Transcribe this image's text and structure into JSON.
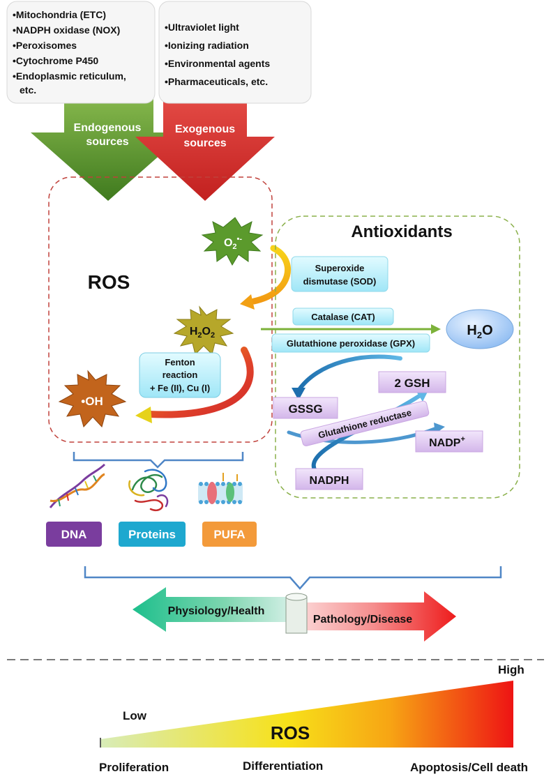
{
  "sources": {
    "endogenous": {
      "items": [
        "•Mitochondria (ETC)",
        "•NADPH oxidase (NOX)",
        "•Peroxisomes",
        "•Cytochrome P450",
        "•Endoplasmic reticulum,",
        "etc."
      ],
      "label_line1": "Endogenous",
      "label_line2": "sources",
      "color": "#4f8a25"
    },
    "exogenous": {
      "items": [
        "•Ultraviolet light",
        "•Ionizing radiation",
        "•Environmental agents",
        "•Pharmaceuticals, etc."
      ],
      "label_line1": "Exogenous",
      "label_line2": "sources",
      "color": "#d9302f"
    }
  },
  "ros": {
    "title": "ROS",
    "superoxide": {
      "main": "O",
      "sub": "2",
      "sup": "•-"
    },
    "peroxide": {
      "main": "H",
      "sub1": "2",
      "mid": "O",
      "sub2": "2"
    },
    "hydroxyl": "•OH",
    "fenton": {
      "line1": "Fenton",
      "line2": "reaction",
      "line3": "+ Fe (II), Cu (I)"
    }
  },
  "antioxidants": {
    "title": "Antioxidants",
    "sod": {
      "line1": "Superoxide",
      "line2": "dismutase (SOD)"
    },
    "catalase": "Catalase (CAT)",
    "gpx": "Glutathione peroxidase (GPX)",
    "water": {
      "main": "H",
      "sub": "2",
      "end": "O"
    },
    "gsh": "2 GSH",
    "gssg": "GSSG",
    "reductase": "Glutathione reductase",
    "nadp": {
      "main": "NADP",
      "sup": "+"
    },
    "nadph": "NADPH"
  },
  "targets": {
    "dna": "DNA",
    "proteins": "Proteins",
    "pufa": "PUFA"
  },
  "balance": {
    "physiology": "Physiology/Health",
    "pathology": "Pathology/Disease"
  },
  "gradient": {
    "high": "High",
    "low": "Low",
    "center": "ROS",
    "outcomes": [
      "Proliferation",
      "Differentiation",
      "Apoptosis/Cell death"
    ]
  }
}
